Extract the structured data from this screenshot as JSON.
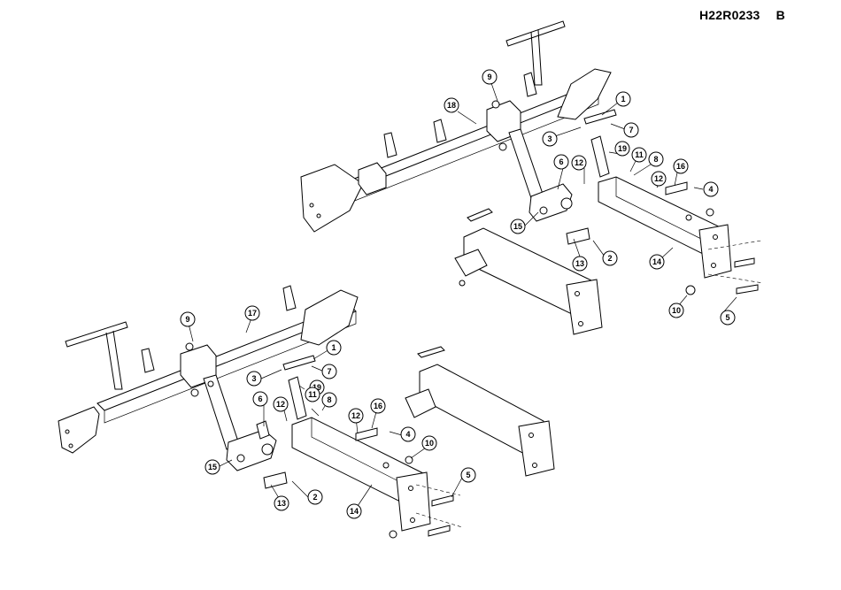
{
  "drawing": {
    "number": "H22R0233",
    "revision": "B"
  },
  "assembly_upper": {
    "callouts": [
      "9",
      "18",
      "1",
      "3",
      "7",
      "6",
      "12",
      "19",
      "11",
      "8",
      "16",
      "12",
      "4",
      "15",
      "13",
      "2",
      "14",
      "10",
      "5"
    ]
  },
  "assembly_lower": {
    "callouts": [
      "9",
      "17",
      "1",
      "3",
      "7",
      "19",
      "6",
      "12",
      "11",
      "8",
      "12",
      "16",
      "4",
      "10",
      "15",
      "5",
      "13",
      "2",
      "14"
    ]
  }
}
